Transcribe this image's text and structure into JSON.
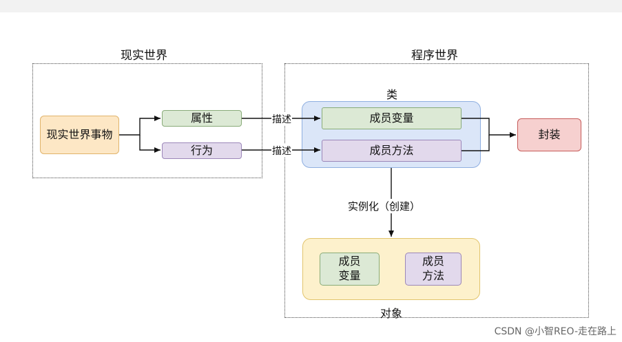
{
  "diagram": {
    "real_world": {
      "title": "现实世界",
      "thing": "现实世界事物",
      "attribute": "属性",
      "behavior": "行为"
    },
    "program_world": {
      "title": "程序世界",
      "class": {
        "title": "类",
        "member_variable": "成员变量",
        "member_method": "成员方法"
      },
      "encapsulation": "封装",
      "instantiate_label": "实例化（创建）",
      "object": {
        "title": "对象",
        "member_variable_line1": "成员",
        "member_variable_line2": "变量",
        "member_method_line1": "成员",
        "member_method_line2": "方法"
      }
    },
    "edge_labels": {
      "describe_attribute": "描述",
      "describe_behavior": "描述"
    },
    "colors": {
      "orange_fill": "#fde7c5",
      "orange_stroke": "#e0b36a",
      "green_fill": "#dce9d5",
      "green_stroke": "#88ab78",
      "purple_fill": "#e2d9ec",
      "purple_stroke": "#9b86b8",
      "blue_fill": "#dbe6f8",
      "blue_stroke": "#8eaee0",
      "red_fill": "#f6d0cf",
      "red_stroke": "#c65b59",
      "yellow_fill": "#fdf1cc",
      "yellow_stroke": "#e2c46c"
    }
  },
  "watermark": "CSDN @小智REO-走在路上"
}
